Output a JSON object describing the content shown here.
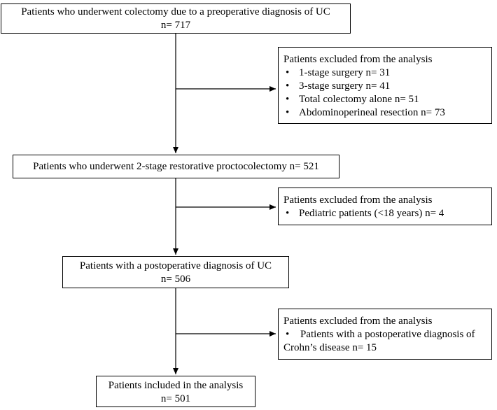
{
  "flowchart": {
    "step1": {
      "line1": "Patients who underwent colectomy due to a preoperative diagnosis of UC",
      "line2": "n= 717"
    },
    "exclusion1": {
      "title": "Patients excluded from the analysis",
      "items": [
        "1-stage surgery  n= 31",
        "3-stage surgery n= 41",
        "Total colectomy alone n= 51",
        "Abdominoperineal resection n= 73"
      ]
    },
    "step2": {
      "line1": "Patients who underwent 2-stage restorative proctocolectomy n= 521"
    },
    "exclusion2": {
      "title": "Patients excluded from the analysis",
      "items": [
        "Pediatric patients (<18 years) n= 4"
      ]
    },
    "step3": {
      "line1": "Patients with a postoperative diagnosis of UC",
      "line2": "n= 506"
    },
    "exclusion3": {
      "title": "Patients excluded from the analysis",
      "item_line1": "Patients with a postoperative diagnosis of",
      "item_line2": "Crohn’s disease n= 15"
    },
    "step4": {
      "line1": "Patients included in the analysis",
      "line2": "n= 501"
    }
  },
  "bullet_glyph": "•"
}
